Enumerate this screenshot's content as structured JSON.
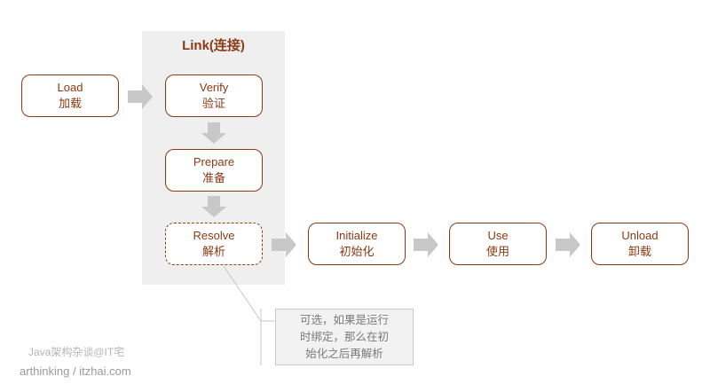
{
  "link_group": {
    "title": "Link(连接)"
  },
  "nodes": {
    "load": {
      "en": "Load",
      "zh": "加载"
    },
    "verify": {
      "en": "Verify",
      "zh": "验证"
    },
    "prepare": {
      "en": "Prepare",
      "zh": "准备"
    },
    "resolve": {
      "en": "Resolve",
      "zh": "解析"
    },
    "initialize": {
      "en": "Initialize",
      "zh": "初始化"
    },
    "use": {
      "en": "Use",
      "zh": "使用"
    },
    "unload": {
      "en": "Unload",
      "zh": "卸载"
    }
  },
  "callout": {
    "lines": [
      "可选，如果是运行",
      "时绑定，那么在初",
      "始化之后再解析"
    ]
  },
  "watermark": {
    "line1": "Java架构杂谈@IT宅",
    "line2": "arthinking / itzhai.com"
  },
  "colors": {
    "node_border": "#8b3a14",
    "node_text": "#8b3a14",
    "arrow": "#c8c8c8",
    "panel_bg": "#efefef"
  }
}
